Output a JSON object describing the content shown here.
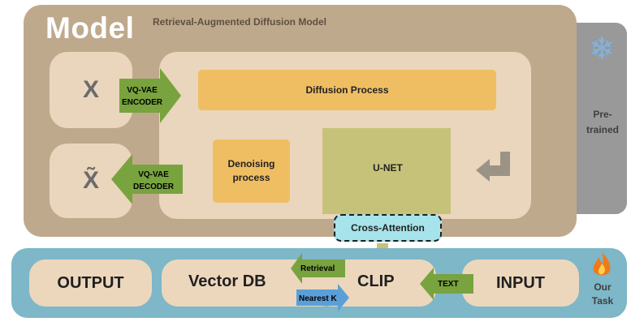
{
  "model": {
    "title": "Model",
    "subtitle": "Retrieval-Augmented Diffusion Model",
    "input_symbol": "X",
    "output_symbol": "X̃",
    "encoder_label_line1": "VQ-VAE",
    "encoder_label_line2": "ENCODER",
    "decoder_label_line1": "VQ-VAE",
    "decoder_label_line2": "DECODER",
    "diffusion_process": "Diffusion Process",
    "denoising_line1": "Denoising",
    "denoising_line2": "process",
    "unet": "U-NET"
  },
  "pretrained": {
    "label_line1": "Pre-",
    "label_line2": "trained",
    "icon": "snowflake-icon"
  },
  "cross_attention": "Cross-Attention",
  "task": {
    "output": "OUTPUT",
    "vector_db": "Vector DB",
    "clip": "CLIP",
    "input": "INPUT",
    "retrieval": "Retrieval",
    "nearest_k": "Nearest K",
    "text": "TEXT",
    "our_task_line1": "Our",
    "our_task_line2": "Task",
    "icon": "flame-icon"
  },
  "colors": {
    "model_panel": "#bfa98c",
    "cream_box": "#ead6bc",
    "orange_box": "#f0be62",
    "unet_green": "#c7c27a",
    "arrow_green": "#78a33e",
    "task_panel": "#7db7c8",
    "task_box": "#ecd7bd",
    "pretrained_panel": "#999999",
    "cross_attention": "#a6e3ea",
    "nearest_k_arrow": "#5b9fd8"
  }
}
